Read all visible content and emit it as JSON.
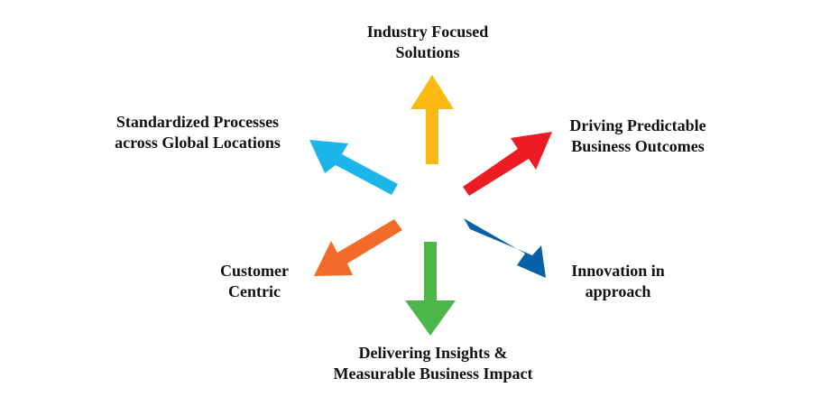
{
  "diagram": {
    "items": [
      {
        "id": "industry-focused",
        "lines": [
          "Industry Focused",
          "Solutions"
        ],
        "color": "#FDB913",
        "direction": "up"
      },
      {
        "id": "driving-predictable",
        "lines": [
          "Driving Predictable",
          "Business Outcomes"
        ],
        "color": "#ED1C24",
        "direction": "up-right"
      },
      {
        "id": "innovation",
        "lines": [
          "Innovation in",
          "approach"
        ],
        "color": "#0860A8",
        "direction": "down-right"
      },
      {
        "id": "delivering-insights",
        "lines": [
          "Delivering Insights &",
          "Measurable Business Impact"
        ],
        "color": "#4CB748",
        "direction": "down"
      },
      {
        "id": "customer-centric",
        "lines": [
          "Customer",
          "Centric"
        ],
        "color": "#F26B2A",
        "direction": "down-left"
      },
      {
        "id": "standardized-processes",
        "lines": [
          "Standardized Processes",
          "across Global Locations"
        ],
        "color": "#1CB5EA",
        "direction": "up-left"
      }
    ]
  }
}
